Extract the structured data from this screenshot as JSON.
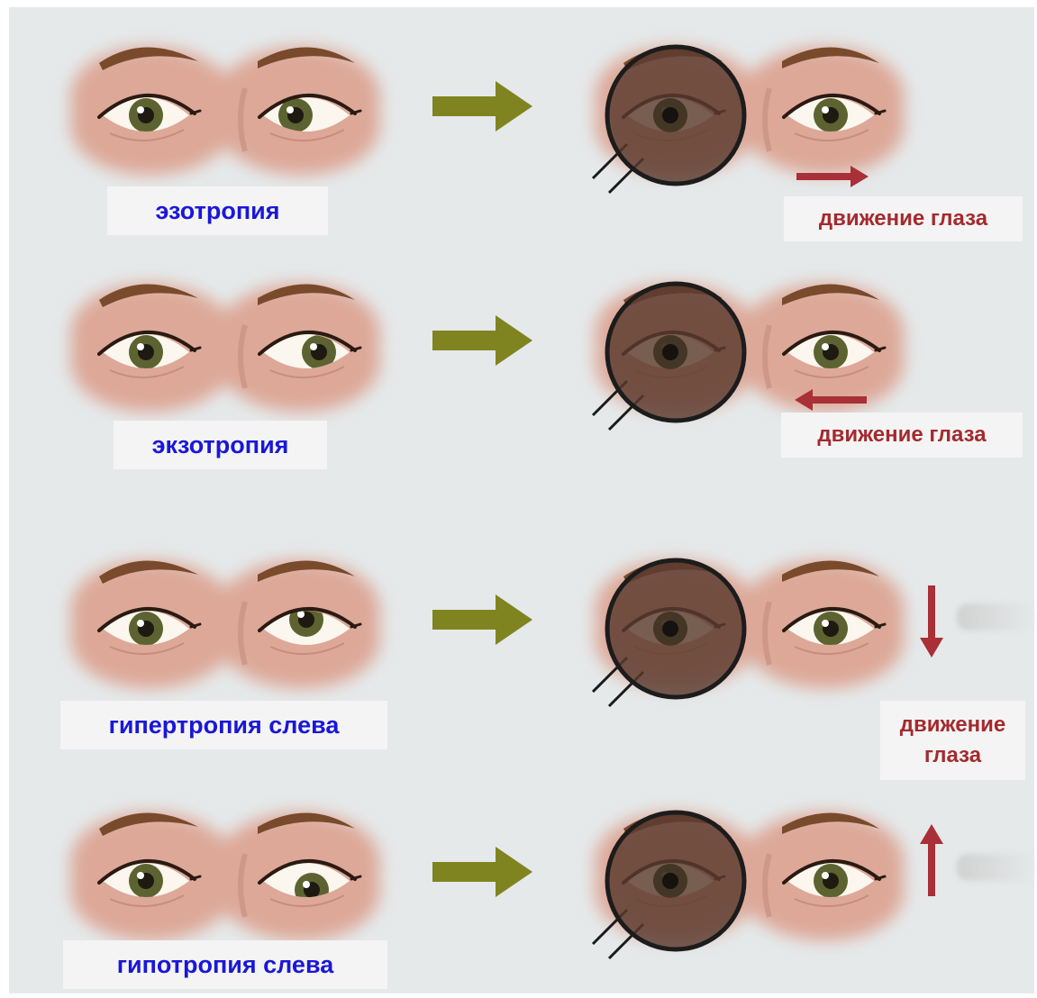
{
  "rows": [
    {
      "condition": "эзотропия",
      "motion": "движение глаза",
      "motion_direction": "right"
    },
    {
      "condition": "экзотропия",
      "motion": "движение глаза",
      "motion_direction": "left"
    },
    {
      "condition": "гипертропия слева",
      "motion": "движение глаза",
      "motion_direction": "down"
    },
    {
      "condition": "гипотропия слева",
      "motion": "",
      "motion_direction": "up"
    }
  ],
  "colors": {
    "background": "#e5e9ea",
    "skin": "#dda898",
    "brow": "#7a4a2c",
    "iris": "#5c6330",
    "main_arrow": "#808420",
    "motion_arrow": "#a83036",
    "condition_text": "#1a17d8",
    "motion_text": "#a42a2e",
    "occluder": "#5a3b2e"
  },
  "icons": {
    "main_arrow": "arrow-right-icon",
    "occluder": "magnifier-occluder-icon",
    "motion_arrow": "arrow-icon"
  }
}
